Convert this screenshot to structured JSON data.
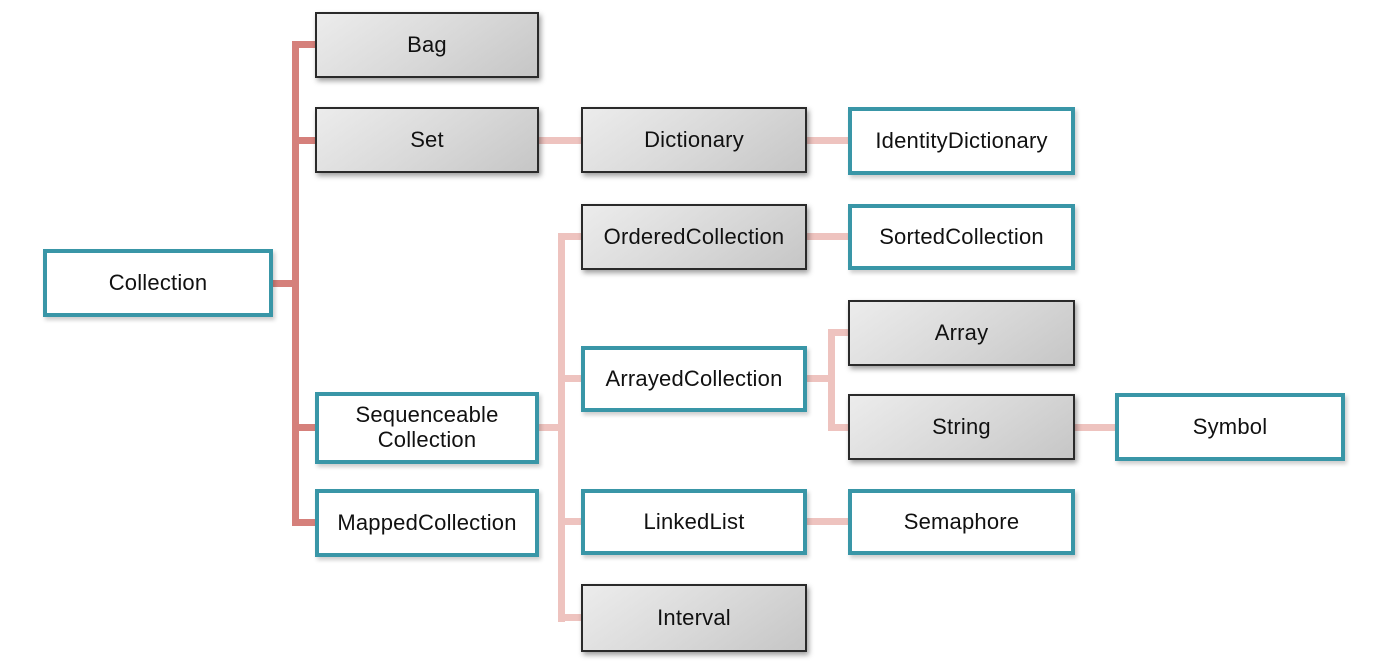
{
  "diagram": {
    "type": "class-hierarchy",
    "colors": {
      "accent_teal": "#3996a7",
      "connector_primary": "#d5807b",
      "connector_secondary": "#eec3bf",
      "node_border_dark": "#2a2a2a",
      "text": "#111111",
      "background": "#ffffff"
    },
    "nodes": {
      "collection": {
        "label": "Collection",
        "style": "teal"
      },
      "bag": {
        "label": "Bag",
        "style": "gray"
      },
      "set": {
        "label": "Set",
        "style": "gray"
      },
      "dictionary": {
        "label": "Dictionary",
        "style": "gray"
      },
      "identity_dictionary": {
        "label": "IdentityDictionary",
        "style": "teal"
      },
      "ordered_collection": {
        "label": "OrderedCollection",
        "style": "gray"
      },
      "sorted_collection": {
        "label": "SortedCollection",
        "style": "teal"
      },
      "sequenceable_collection": {
        "label": "Sequenceable Collection",
        "style": "teal"
      },
      "mapped_collection": {
        "label": "MappedCollection",
        "style": "teal"
      },
      "arrayed_collection": {
        "label": "ArrayedCollection",
        "style": "teal"
      },
      "linked_list": {
        "label": "LinkedList",
        "style": "teal"
      },
      "interval": {
        "label": "Interval",
        "style": "gray"
      },
      "array": {
        "label": "Array",
        "style": "gray"
      },
      "string": {
        "label": "String",
        "style": "gray"
      },
      "semaphore": {
        "label": "Semaphore",
        "style": "teal"
      },
      "symbol": {
        "label": "Symbol",
        "style": "teal"
      }
    },
    "edges": [
      {
        "from": "Collection",
        "to": "Bag"
      },
      {
        "from": "Collection",
        "to": "Set"
      },
      {
        "from": "Collection",
        "to": "Sequenceable Collection"
      },
      {
        "from": "Collection",
        "to": "MappedCollection"
      },
      {
        "from": "Set",
        "to": "Dictionary"
      },
      {
        "from": "Dictionary",
        "to": "IdentityDictionary"
      },
      {
        "from": "Sequenceable Collection",
        "to": "OrderedCollection"
      },
      {
        "from": "Sequenceable Collection",
        "to": "ArrayedCollection"
      },
      {
        "from": "Sequenceable Collection",
        "to": "LinkedList"
      },
      {
        "from": "Sequenceable Collection",
        "to": "Interval"
      },
      {
        "from": "OrderedCollection",
        "to": "SortedCollection"
      },
      {
        "from": "ArrayedCollection",
        "to": "Array"
      },
      {
        "from": "ArrayedCollection",
        "to": "String"
      },
      {
        "from": "String",
        "to": "Symbol"
      },
      {
        "from": "LinkedList",
        "to": "Semaphore"
      }
    ]
  }
}
